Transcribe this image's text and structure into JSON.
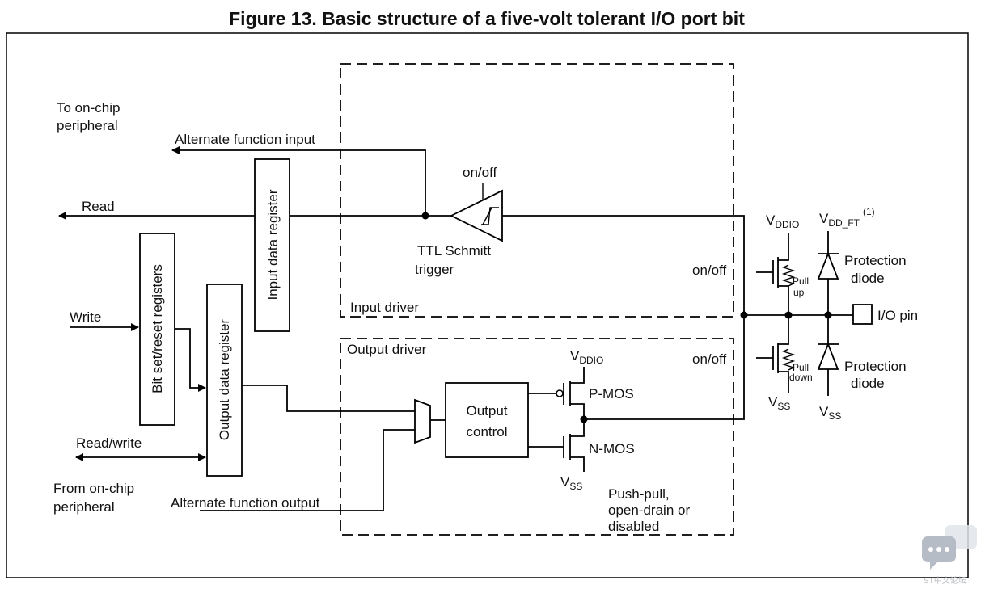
{
  "figure": {
    "title": "Figure 13. Basic structure of a five-volt tolerant I/O port bit"
  },
  "signals": {
    "to_onchip_1": "To on-chip",
    "to_onchip_2": "peripheral",
    "alt_func_input": "Alternate function input",
    "read": "Read",
    "write": "Write",
    "read_write": "Read/write",
    "from_onchip_1": "From on-chip",
    "from_onchip_2": "peripheral",
    "alt_func_output": "Alternate function output"
  },
  "blocks": {
    "input_data_register": "Input data register",
    "bit_set_reset_registers": "Bit set/reset registers",
    "output_data_register": "Output data register",
    "output_control_1": "Output",
    "output_control_2": "control"
  },
  "input_driver": {
    "label": "Input driver",
    "schmitt_onoff": "on/off",
    "schmitt_1": "TTL Schmitt",
    "schmitt_2": "trigger"
  },
  "output_driver": {
    "label": "Output driver",
    "vddio_main": "V",
    "vddio_sub": "DDIO",
    "pmos": "P-MOS",
    "nmos": "N-MOS",
    "vss_main": "V",
    "vss_sub": "SS",
    "mode_1": "Push-pull,",
    "mode_2": "open-drain or",
    "mode_3": "disabled"
  },
  "pin_section": {
    "pullup_onoff": "on/off",
    "pulldown_onoff": "on/off",
    "vddio_main": "V",
    "vddio_sub": "DDIO",
    "vddft_main": "V",
    "vddft_sub": "DD_FT",
    "vddft_note": "(1)",
    "pull_up_1": "Pull",
    "pull_up_2": "up",
    "pull_down_1": "Pull",
    "pull_down_2": "down",
    "protection_up_1": "Protection",
    "protection_up_2": "diode",
    "protection_down_1": "Protection",
    "protection_down_2": "diode",
    "vss_left_main": "V",
    "vss_left_sub": "SS",
    "vss_right_main": "V",
    "vss_right_sub": "SS",
    "io_pin": "I/O pin"
  },
  "watermark": {
    "text": "ST中文论坛",
    "icon": "chat-bubble-icon"
  }
}
